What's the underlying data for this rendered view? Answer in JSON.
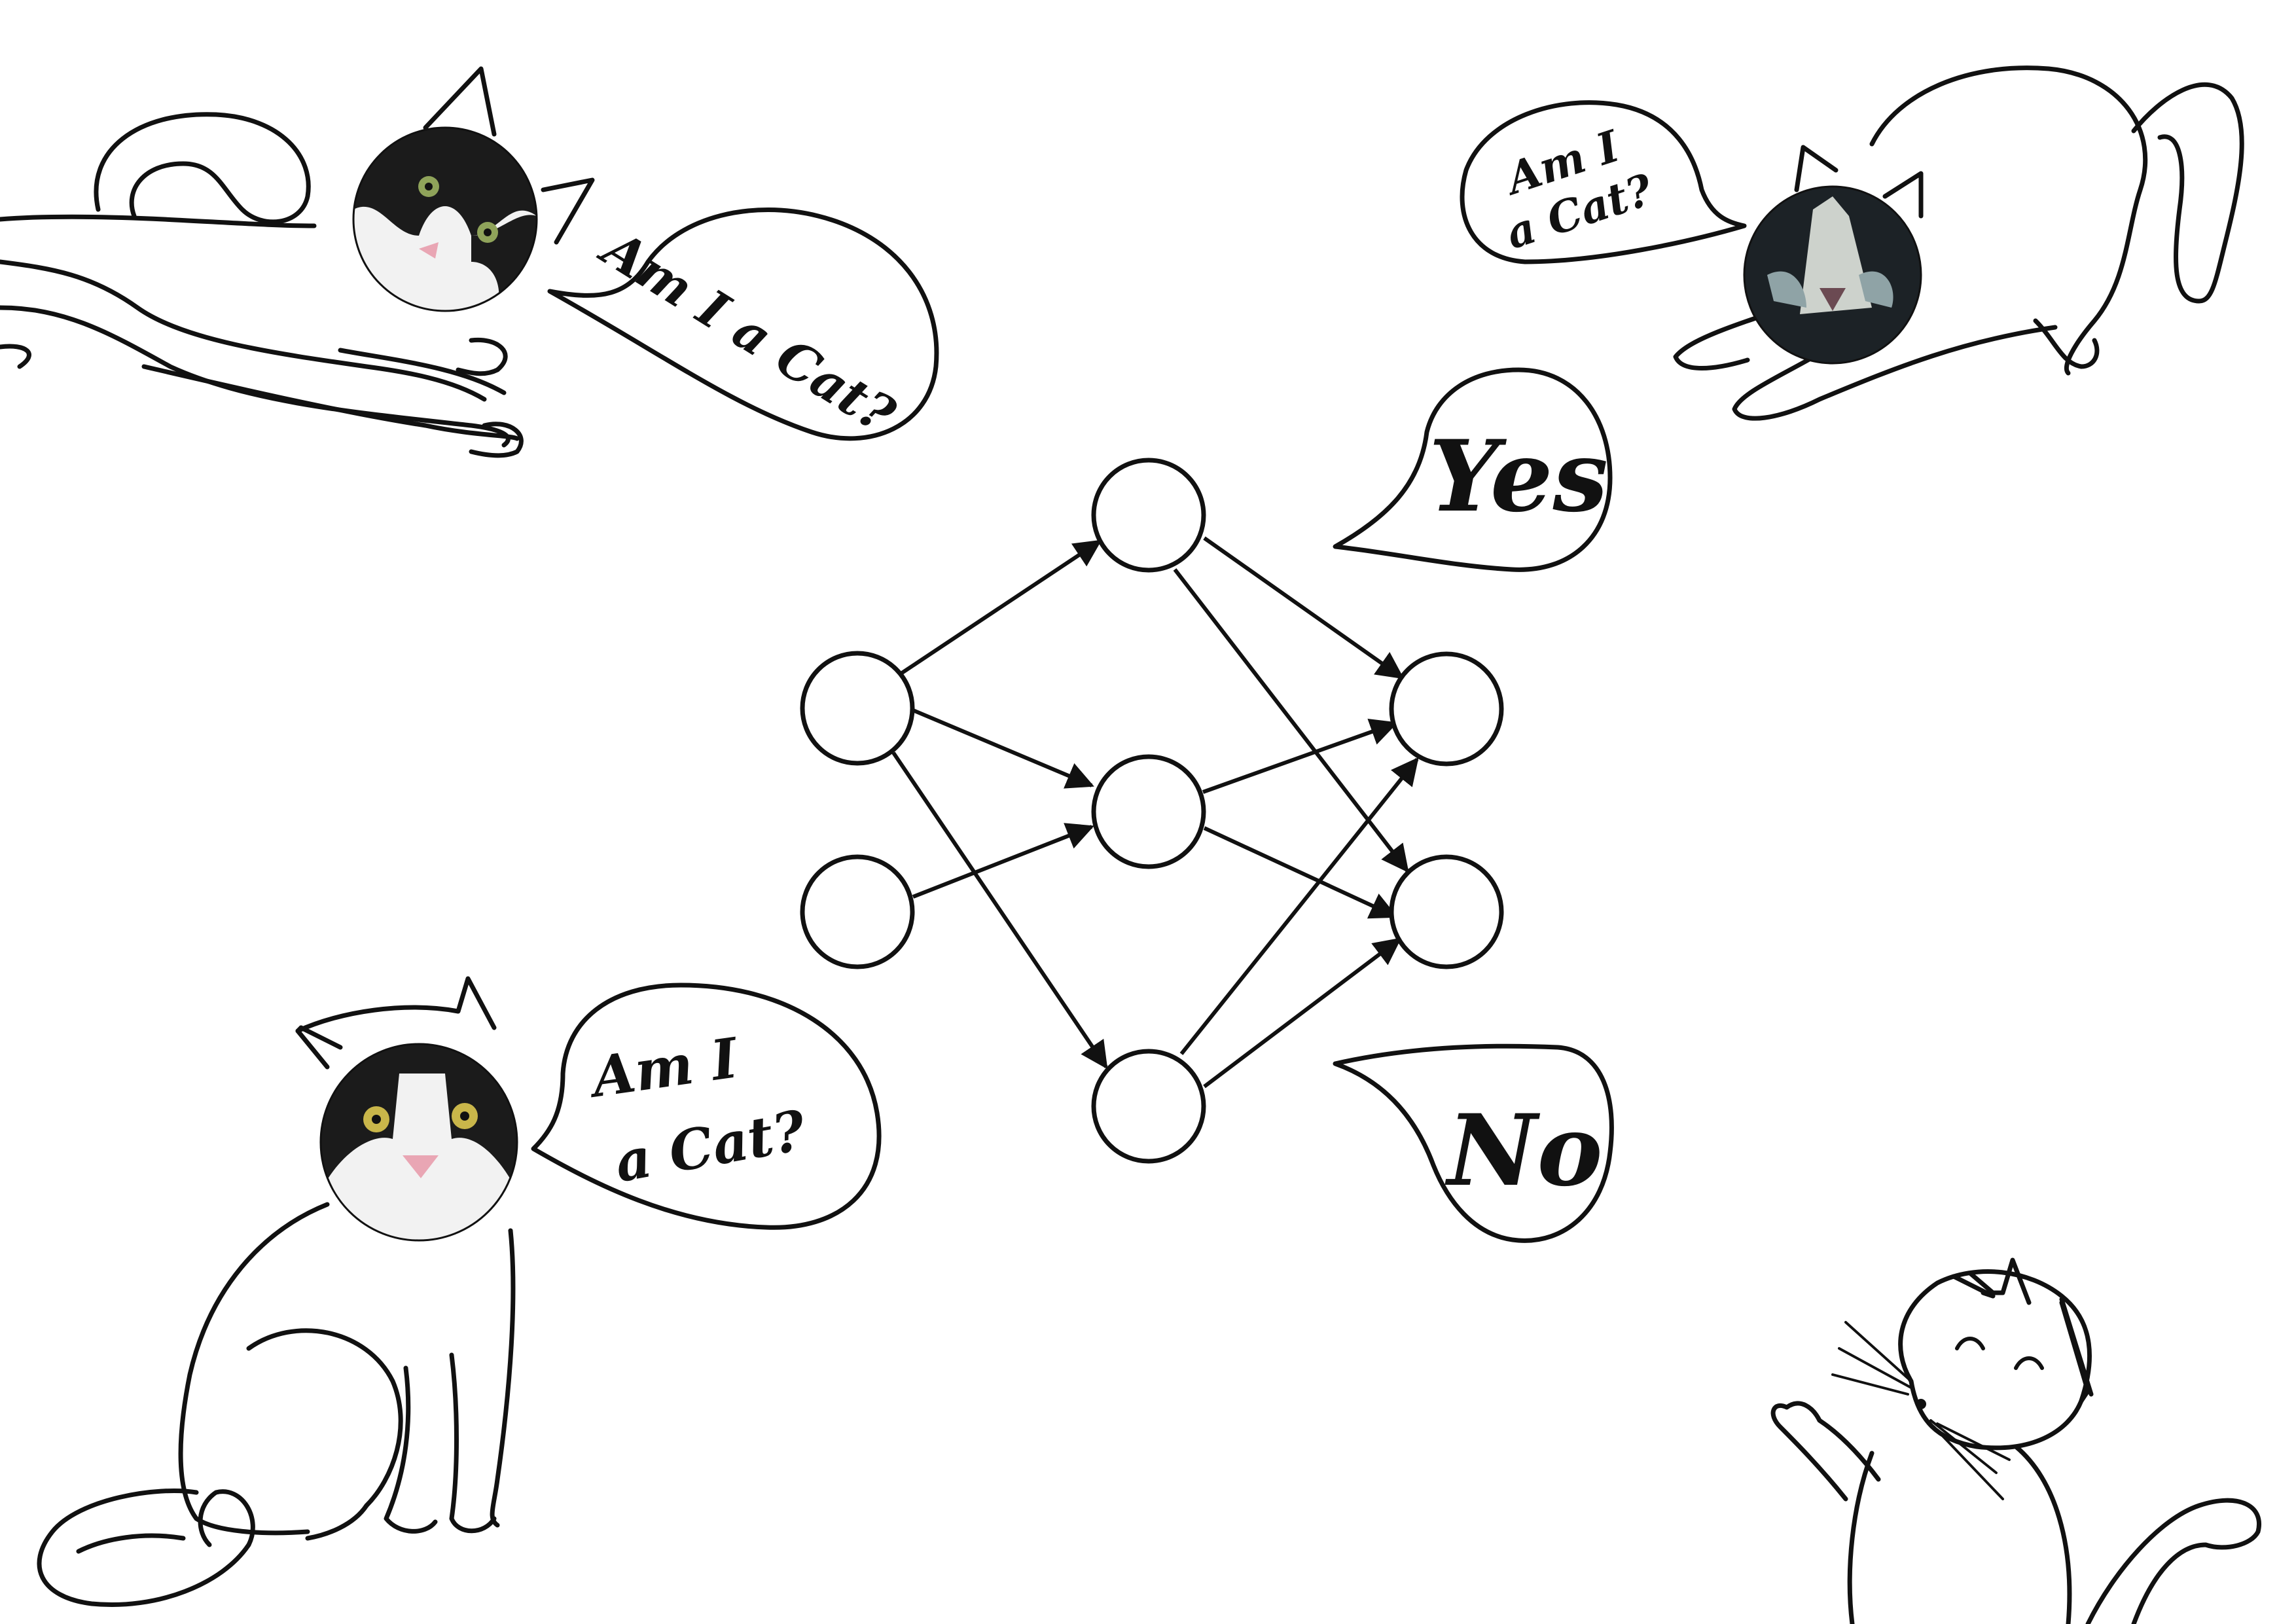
{
  "bubbles": {
    "cat_top_left": "Am I a Cat?",
    "cat_top_right_line1": "Am I",
    "cat_top_right_line2": "a Cat?",
    "cat_bottom_left_line1": "Am I",
    "cat_bottom_left_line2": "a Cat?",
    "output_yes": "Yes",
    "output_no": "No"
  },
  "network": {
    "layers": [
      2,
      3,
      2
    ]
  },
  "colors": {
    "line": "#111111",
    "background": "#ffffff",
    "fur_black": "#1b1b1b",
    "fur_white": "#f2f2f2",
    "nose_pink": "#e9a6b4",
    "eye_yellow": "#c9b64a",
    "eye_green": "#8fa35a"
  },
  "icons": [
    "cat-outline-icon",
    "neural-network-icon",
    "speech-bubble-icon"
  ]
}
